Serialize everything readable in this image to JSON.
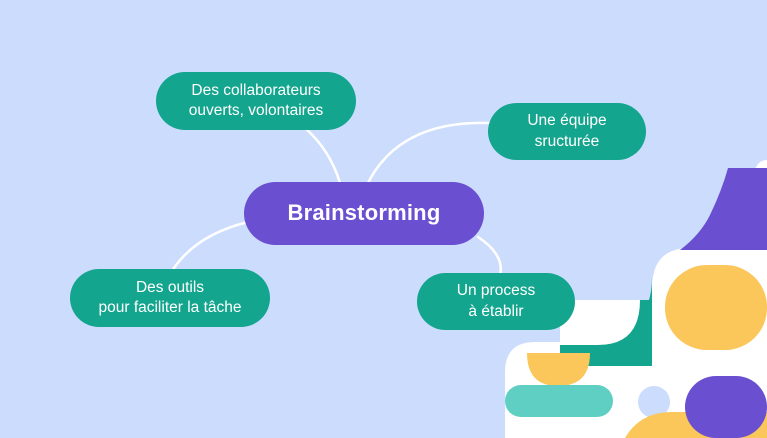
{
  "diagram": {
    "center": {
      "label": "Brainstorming"
    },
    "nodes": [
      {
        "id": "collab",
        "label": "Des collaborateurs\nouverts, volontaires"
      },
      {
        "id": "equipe",
        "label": "Une équipe\nsructurée"
      },
      {
        "id": "outils",
        "label": "Des outils\npour faciliter la tâche"
      },
      {
        "id": "process",
        "label": "Un process\nà établir"
      }
    ]
  },
  "colors": {
    "background": "#cbdcfd",
    "center_node": "#6a4fd0",
    "leaf_node": "#14a58e",
    "connector": "#ffffff",
    "deco_purple": "#6a4fd0",
    "deco_yellow": "#fbc65a",
    "deco_teal": "#14a58e",
    "deco_light_teal": "#5fcfc4",
    "deco_white": "#ffffff"
  }
}
